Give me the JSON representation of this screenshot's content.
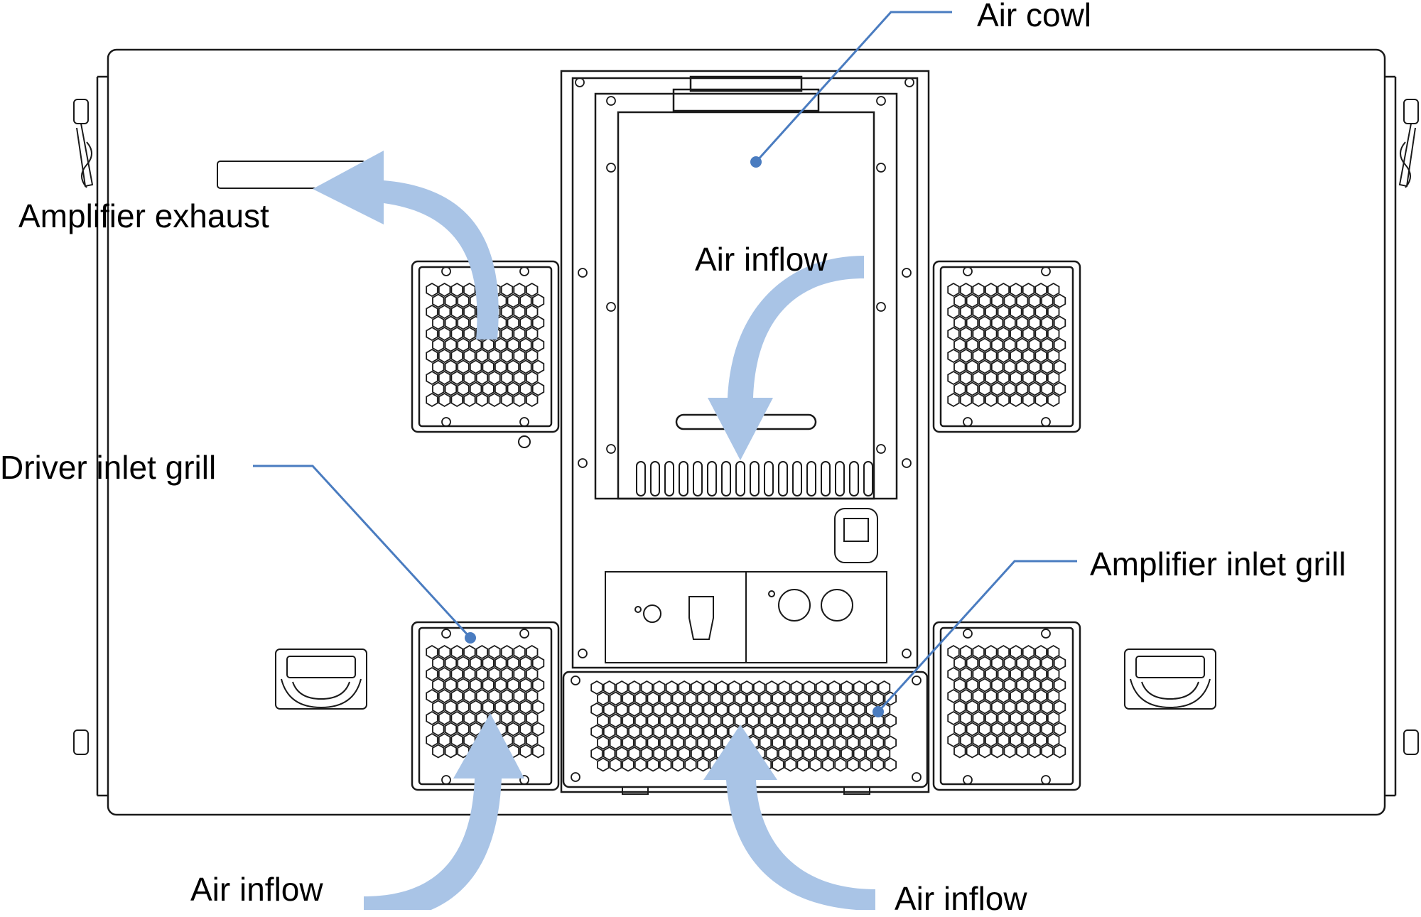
{
  "diagram": {
    "labels": {
      "air_cowl": "Air cowl",
      "amplifier_exhaust": "Amplifier exhaust",
      "air_inflow_center": "Air inflow",
      "driver_inlet_grill": "Driver inlet grill",
      "amplifier_inlet_grill": "Amplifier inlet grill",
      "air_inflow_bottom_left": "Air inflow",
      "air_inflow_bottom_right": "Air inflow"
    },
    "colors": {
      "line_art": "#1a1a1a",
      "leader_line": "#4a7cc0",
      "airflow_arrow": "#a9c4e6"
    }
  }
}
